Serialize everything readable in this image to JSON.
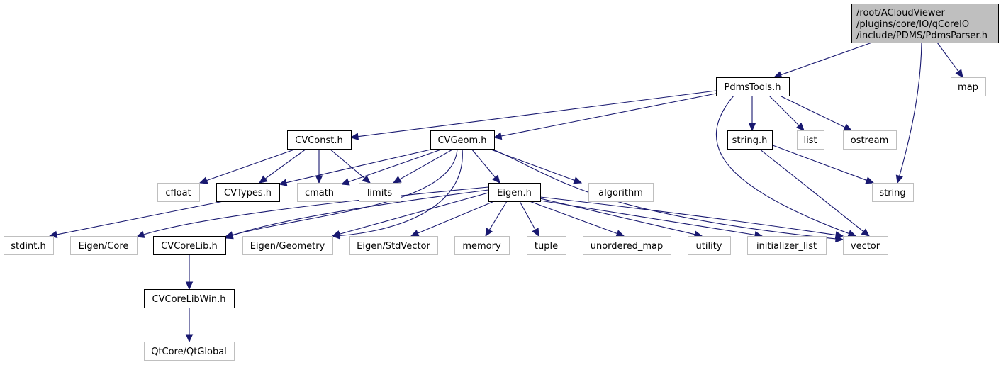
{
  "graph": {
    "type": "include-dependency-graph",
    "colors": {
      "edge": "#191970",
      "root_fill": "#bfbfbf",
      "local_border": "#000000",
      "system_border": "#bfbfbf"
    },
    "nodes": [
      {
        "id": "root",
        "kind": "root",
        "lines": [
          "/root/ACloudViewer",
          "/plugins/core/IO/qCoreIO",
          "/include/PDMS/PdmsParser.h"
        ]
      },
      {
        "id": "PdmsTools",
        "kind": "local",
        "lines": [
          "PdmsTools.h"
        ]
      },
      {
        "id": "map",
        "kind": "system",
        "lines": [
          "map"
        ]
      },
      {
        "id": "CVConst",
        "kind": "local",
        "lines": [
          "CVConst.h"
        ]
      },
      {
        "id": "CVGeom",
        "kind": "local",
        "lines": [
          "CVGeom.h"
        ]
      },
      {
        "id": "stringh",
        "kind": "local",
        "lines": [
          "string.h"
        ]
      },
      {
        "id": "list",
        "kind": "system",
        "lines": [
          "list"
        ]
      },
      {
        "id": "ostream",
        "kind": "system",
        "lines": [
          "ostream"
        ]
      },
      {
        "id": "cfloat",
        "kind": "system",
        "lines": [
          "cfloat"
        ]
      },
      {
        "id": "CVTypes",
        "kind": "local",
        "lines": [
          "CVTypes.h"
        ]
      },
      {
        "id": "cmath",
        "kind": "system",
        "lines": [
          "cmath"
        ]
      },
      {
        "id": "limits",
        "kind": "system",
        "lines": [
          "limits"
        ]
      },
      {
        "id": "Eigen",
        "kind": "local",
        "lines": [
          "Eigen.h"
        ]
      },
      {
        "id": "algorithm",
        "kind": "system",
        "lines": [
          "algorithm"
        ]
      },
      {
        "id": "string",
        "kind": "system",
        "lines": [
          "string"
        ]
      },
      {
        "id": "stdint",
        "kind": "system",
        "lines": [
          "stdint.h"
        ]
      },
      {
        "id": "EigenCore",
        "kind": "system",
        "lines": [
          "Eigen/Core"
        ]
      },
      {
        "id": "CVCoreLib",
        "kind": "local",
        "lines": [
          "CVCoreLib.h"
        ]
      },
      {
        "id": "EigenGeometry",
        "kind": "system",
        "lines": [
          "Eigen/Geometry"
        ]
      },
      {
        "id": "EigenStdVector",
        "kind": "system",
        "lines": [
          "Eigen/StdVector"
        ]
      },
      {
        "id": "memory",
        "kind": "system",
        "lines": [
          "memory"
        ]
      },
      {
        "id": "tuple",
        "kind": "system",
        "lines": [
          "tuple"
        ]
      },
      {
        "id": "unordered_map",
        "kind": "system",
        "lines": [
          "unordered_map"
        ]
      },
      {
        "id": "utility",
        "kind": "system",
        "lines": [
          "utility"
        ]
      },
      {
        "id": "initializer_list",
        "kind": "system",
        "lines": [
          "initializer_list"
        ]
      },
      {
        "id": "vector",
        "kind": "system",
        "lines": [
          "vector"
        ]
      },
      {
        "id": "CVCoreLibWin",
        "kind": "local",
        "lines": [
          "CVCoreLibWin.h"
        ]
      },
      {
        "id": "QtGlobal",
        "kind": "system",
        "lines": [
          "QtCore/QtGlobal"
        ]
      }
    ],
    "edges": [
      {
        "from": "root",
        "to": "PdmsTools"
      },
      {
        "from": "root",
        "to": "string"
      },
      {
        "from": "root",
        "to": "map"
      },
      {
        "from": "PdmsTools",
        "to": "CVConst"
      },
      {
        "from": "PdmsTools",
        "to": "CVGeom"
      },
      {
        "from": "PdmsTools",
        "to": "stringh"
      },
      {
        "from": "PdmsTools",
        "to": "list"
      },
      {
        "from": "PdmsTools",
        "to": "ostream"
      },
      {
        "from": "PdmsTools",
        "to": "vector"
      },
      {
        "from": "CVConst",
        "to": "cfloat"
      },
      {
        "from": "CVConst",
        "to": "CVTypes"
      },
      {
        "from": "CVConst",
        "to": "cmath"
      },
      {
        "from": "CVConst",
        "to": "limits"
      },
      {
        "from": "CVGeom",
        "to": "CVTypes"
      },
      {
        "from": "CVGeom",
        "to": "cmath"
      },
      {
        "from": "CVGeom",
        "to": "limits"
      },
      {
        "from": "CVGeom",
        "to": "Eigen"
      },
      {
        "from": "CVGeom",
        "to": "algorithm"
      },
      {
        "from": "CVGeom",
        "to": "vector"
      },
      {
        "from": "CVGeom",
        "to": "CVCoreLib"
      },
      {
        "from": "CVGeom",
        "to": "EigenGeometry"
      },
      {
        "from": "stringh",
        "to": "string"
      },
      {
        "from": "stringh",
        "to": "vector"
      },
      {
        "from": "CVTypes",
        "to": "stdint"
      },
      {
        "from": "Eigen",
        "to": "EigenCore"
      },
      {
        "from": "Eigen",
        "to": "CVCoreLib"
      },
      {
        "from": "Eigen",
        "to": "EigenGeometry"
      },
      {
        "from": "Eigen",
        "to": "EigenStdVector"
      },
      {
        "from": "Eigen",
        "to": "memory"
      },
      {
        "from": "Eigen",
        "to": "tuple"
      },
      {
        "from": "Eigen",
        "to": "unordered_map"
      },
      {
        "from": "Eigen",
        "to": "utility"
      },
      {
        "from": "Eigen",
        "to": "initializer_list"
      },
      {
        "from": "Eigen",
        "to": "vector"
      },
      {
        "from": "CVCoreLib",
        "to": "CVCoreLibWin"
      },
      {
        "from": "CVCoreLibWin",
        "to": "QtGlobal"
      }
    ]
  }
}
